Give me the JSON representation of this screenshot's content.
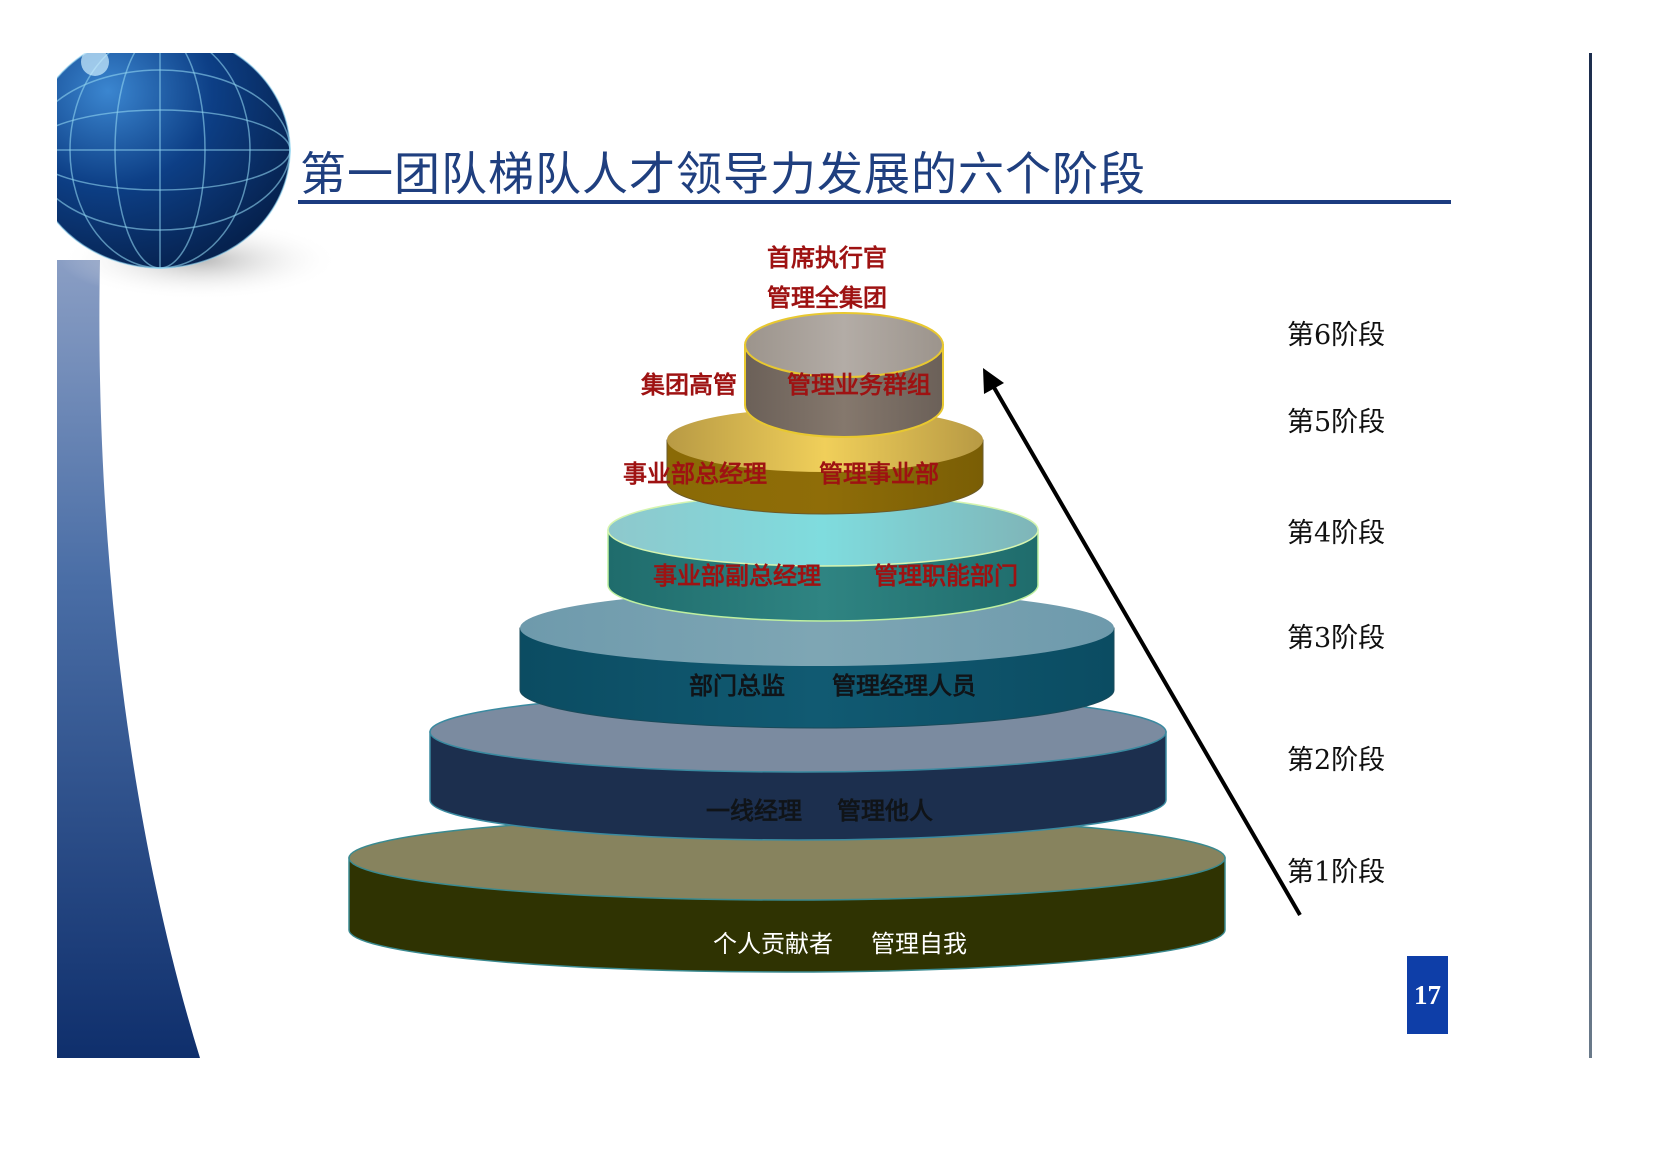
{
  "slide": {
    "title": "第一团队梯队人才领导力发展的六个阶段",
    "page_number": "17",
    "colors": {
      "title": "#1f3f7f",
      "accent_rule": "#1c3c80",
      "page_badge": "#0e3ea8",
      "role_text_red": "#9e1212"
    }
  },
  "pyramid": {
    "top_caption": {
      "line1": "首席执行官",
      "line2": "管理全集团"
    },
    "tiers": [
      {
        "stage": "第6阶段",
        "role": "集团高管",
        "scope": "管理业务群组",
        "color": "#7d7168"
      },
      {
        "stage": "第5阶段",
        "role": "事业部总经理",
        "scope": "管理事业部",
        "color": "#8a6a08"
      },
      {
        "stage": "第4阶段",
        "role": "事业部副总经理",
        "scope": "管理职能部门",
        "color": "#2a7a78"
      },
      {
        "stage": "第3阶段",
        "role": "部门总监",
        "scope": "管理经理人员",
        "color": "#0f5870"
      },
      {
        "stage": "第2阶段",
        "role": "一线经理",
        "scope": "管理他人",
        "color": "#1c2f4e"
      },
      {
        "stage": "第1阶段",
        "role": "个人贡献者",
        "scope": "管理自我",
        "color": "#2f3302"
      }
    ]
  },
  "stages": {
    "labels": [
      "第6阶段",
      "第5阶段",
      "第4阶段",
      "第3阶段",
      "第2阶段",
      "第1阶段"
    ]
  },
  "icons": {
    "globe": "globe-icon",
    "arrow": "progression-arrow-icon"
  }
}
